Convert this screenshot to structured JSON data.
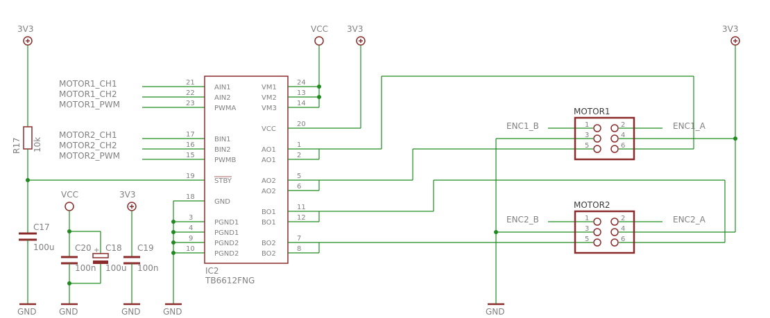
{
  "schematic": {
    "power_labels": {
      "vcc": "VCC",
      "v3": "3V3",
      "gnd": "GND"
    },
    "ic": {
      "ref": "IC2",
      "value": "TB6612FNG",
      "left_pins": [
        {
          "num": "21",
          "name": "AIN1",
          "net": "MOTOR1_CH1"
        },
        {
          "num": "22",
          "name": "AIN2",
          "net": "MOTOR1_CH2"
        },
        {
          "num": "23",
          "name": "PWMA",
          "net": "MOTOR1_PWM"
        },
        {
          "num": "17",
          "name": "BIN1",
          "net": "MOTOR2_CH1"
        },
        {
          "num": "16",
          "name": "BIN2",
          "net": "MOTOR2_CH2"
        },
        {
          "num": "15",
          "name": "PWMB",
          "net": "MOTOR2_PWM"
        },
        {
          "num": "19",
          "name": "STBY",
          "net": ""
        },
        {
          "num": "18",
          "name": "GND",
          "net": ""
        },
        {
          "num": "3",
          "name": "PGND1",
          "net": ""
        },
        {
          "num": "4",
          "name": "PGND1",
          "net": ""
        },
        {
          "num": "9",
          "name": "PGND2",
          "net": ""
        },
        {
          "num": "10",
          "name": "PGND2",
          "net": ""
        }
      ],
      "right_pins": [
        {
          "num": "24",
          "name": "VM1"
        },
        {
          "num": "13",
          "name": "VM2"
        },
        {
          "num": "14",
          "name": "VM3"
        },
        {
          "num": "20",
          "name": "VCC"
        },
        {
          "num": "1",
          "name": "AO1"
        },
        {
          "num": "2",
          "name": "AO1"
        },
        {
          "num": "5",
          "name": "AO2"
        },
        {
          "num": "6",
          "name": "AO2"
        },
        {
          "num": "11",
          "name": "BO1"
        },
        {
          "num": "12",
          "name": "BO1"
        },
        {
          "num": "7",
          "name": "BO2"
        },
        {
          "num": "8",
          "name": "BO2"
        }
      ]
    },
    "resistor": {
      "ref": "R17",
      "value": "10k"
    },
    "capacitors": [
      {
        "ref": "C17",
        "value": "100u"
      },
      {
        "ref": "C20",
        "value": "100n"
      },
      {
        "ref": "C18",
        "value": "100u"
      },
      {
        "ref": "C19",
        "value": "100n"
      }
    ],
    "connectors": [
      {
        "ref": "MOTOR1",
        "net_left": "ENC1_B",
        "net_right": "ENC1_A",
        "pins": [
          "1",
          "2",
          "3",
          "4",
          "5",
          "6"
        ]
      },
      {
        "ref": "MOTOR2",
        "net_left": "ENC2_B",
        "net_right": "ENC2_A",
        "pins": [
          "1",
          "2",
          "3",
          "4",
          "5",
          "6"
        ]
      }
    ],
    "colors": {
      "wire": "#1f8a1f",
      "symbol": "#8b2a2a",
      "text": "#808080"
    }
  }
}
